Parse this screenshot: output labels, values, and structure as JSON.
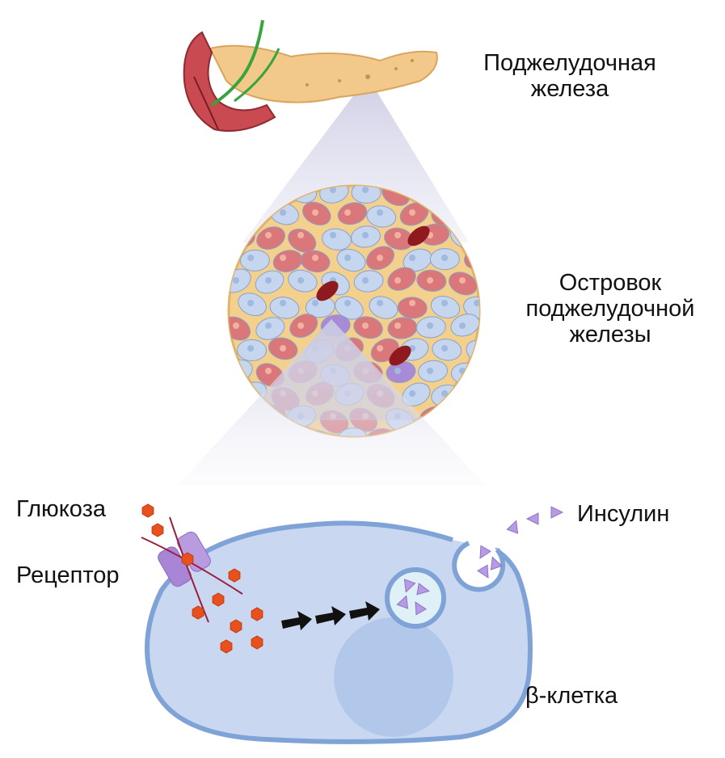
{
  "labels": {
    "pancreas": [
      "Поджелудочная",
      "железа"
    ],
    "islet": [
      "Островок",
      "поджелудочной",
      "железы"
    ],
    "glucose": "Глюкоза",
    "receptor": "Рецептор",
    "insulin": "Инсулин",
    "beta_cell": "β-клетка"
  },
  "colors": {
    "cell_fill": "#c9d8f0",
    "cell_border": "#7fa3d6",
    "glucose": "#e8501e",
    "insulin": "#b79ae6",
    "receptor": "#a985d6",
    "alpha_cell": "#d9777a",
    "beta_cell_color": "#c6d6ee",
    "islet_bg": "#f3d08c"
  }
}
